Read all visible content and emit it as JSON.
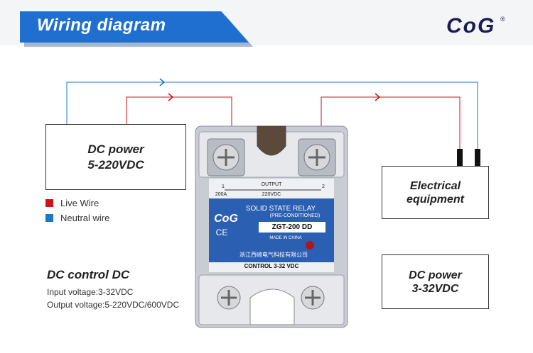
{
  "header": {
    "title": "Wiring diagram",
    "brand": "CoG",
    "brand_mark": "®"
  },
  "boxes": {
    "source": {
      "line1": "DC power",
      "line2": "5-220VDC"
    },
    "equipment": {
      "line1": "Electrical",
      "line2": "equipment"
    },
    "control": {
      "line1": "DC power",
      "line2": "3-32VDC"
    }
  },
  "legend": [
    {
      "label": "Live Wire",
      "color": "#d0121a"
    },
    {
      "label": "Neutral wire",
      "color": "#1a78c8"
    }
  ],
  "info": {
    "title": "DC control DC",
    "input": "Input voltage:3-32VDC",
    "output": "Output voltage:5-220VDC/600VDC"
  },
  "relay": {
    "output_label": "OUTPUT",
    "voltage_label": "220VDC",
    "current_label": "200A",
    "terminal_1": "1",
    "terminal_2": "2",
    "title": "SOLID STATE RELAY",
    "subtitle": "(PRE-CONDITIONED)",
    "logo": "CoG",
    "ce": "CE",
    "model": "ZGT-200 DD",
    "made_in": "MADE IN CHINA",
    "maker": "浙江西崎电气科技有限公司",
    "control_label": "CONTROL 3-32 VDC"
  },
  "colors": {
    "live": "#d0121a",
    "neutral": "#1a78c8",
    "accent": "#1f6fd1"
  }
}
